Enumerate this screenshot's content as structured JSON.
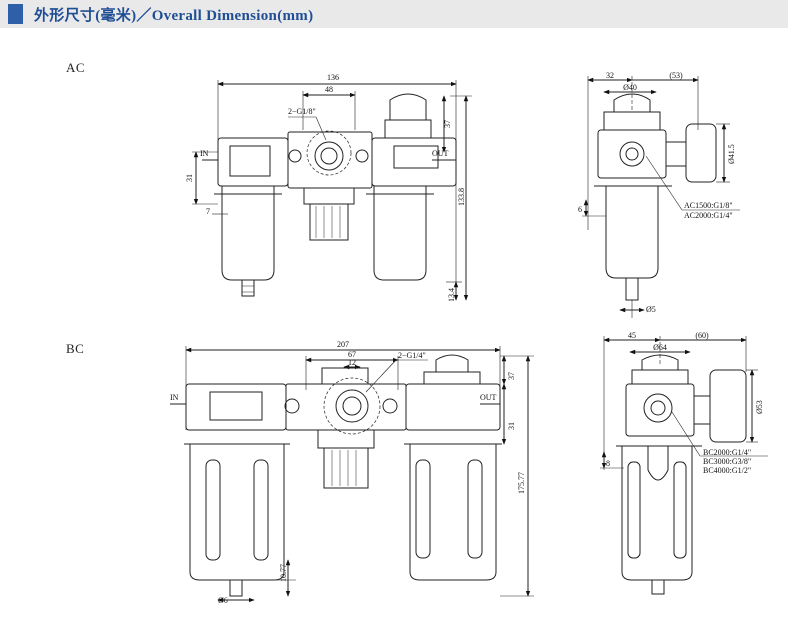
{
  "header": {
    "title": "外形尺寸(毫米)／Overall Dimension(mm)"
  },
  "sections": {
    "ac": {
      "label": "AC",
      "front": {
        "dim_overall_width": "136",
        "dim_center_width": "48",
        "dim_port": "2−G1/8\"",
        "dim_top_height": "37",
        "dim_total_height": "133.8",
        "dim_left_height": "31",
        "dim_bottom": "13.4",
        "dim_small": "7",
        "in_label": "IN",
        "out_label": "OUT"
      },
      "side": {
        "dim_left": "32",
        "dim_right": "(53)",
        "dim_dia_top": "Ø40",
        "dim_gauge": "Ø41.5",
        "dim_drain": "Ø5",
        "dim_small": "6",
        "model_a": "AC1500:G1/8\"",
        "model_b": "AC2000:G1/4\""
      }
    },
    "bc": {
      "label": "BC",
      "front": {
        "dim_overall_width": "207",
        "dim_center_width": "67",
        "dim_inner_width": "12",
        "dim_port": "2−G1/4\"",
        "dim_top_height": "37",
        "dim_left_height": "31",
        "dim_total_height": "175.77",
        "dim_bottom": "10.77",
        "dim_drain": "Ø6",
        "in_label": "IN",
        "out_label": "OUT"
      },
      "side": {
        "dim_left": "45",
        "dim_right": "(60)",
        "dim_dia_top": "Ø64",
        "dim_gauge": "Ø53",
        "dim_small": "8",
        "model_a": "BC2000:G1/4\"",
        "model_b": "BC3000:G3/8\"",
        "model_c": "BC4000:G1/2\""
      }
    }
  }
}
